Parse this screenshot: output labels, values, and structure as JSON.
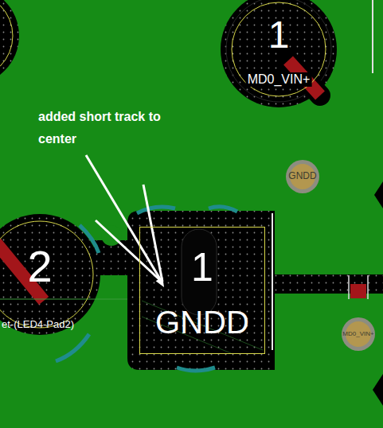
{
  "diagram": {
    "nodes": [
      {
        "text": [
          "1",
          "MD0_VIN+"
        ]
      },
      {
        "text": [
          "GNDD"
        ]
      },
      {
        "text": [
          "2",
          "et-(LED4-Pad2)"
        ]
      },
      {
        "text": [
          "1",
          "GNDD"
        ]
      },
      {
        "text": [
          "MD0_VIN+"
        ]
      }
    ],
    "labels": [
      "added short track to center"
    ]
  }
}
